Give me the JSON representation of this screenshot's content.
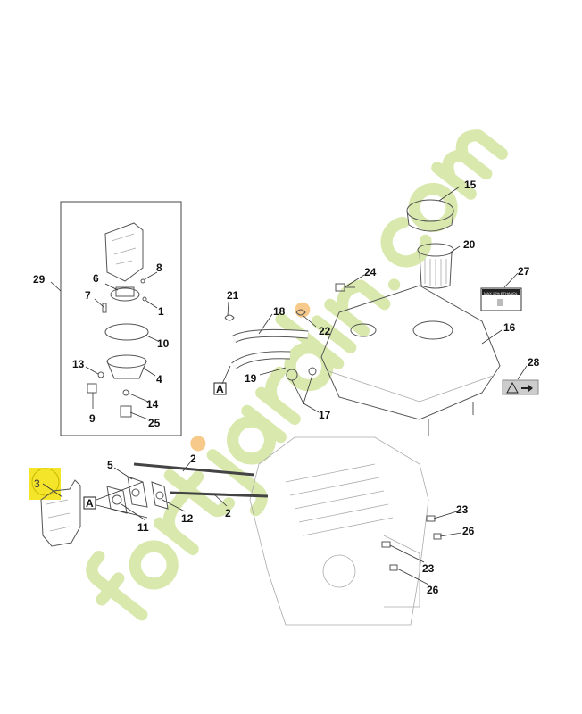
{
  "watermark": {
    "text": "fortjardin.com",
    "color": "#c9e08c",
    "dot_color": "#f5b35a"
  },
  "highlight": {
    "color": "#f5e52a",
    "label": "3"
  },
  "callouts": {
    "c15": "15",
    "c20": "20",
    "c24": "24",
    "c27": "27",
    "c16": "16",
    "c28": "28",
    "c21": "21",
    "c18": "18",
    "c22": "22",
    "c19": "19",
    "c17": "17",
    "cA1": "A",
    "c29": "29",
    "c6": "6",
    "c8": "8",
    "c7": "7",
    "c1": "1",
    "c10": "10",
    "c13": "13",
    "c4": "4",
    "c14": "14",
    "c9": "9",
    "c25": "25",
    "c5": "5",
    "c2a": "2",
    "cA2": "A",
    "c11": "11",
    "c12": "12",
    "c2b": "2",
    "c23a": "23",
    "c26a": "26",
    "c23b": "23",
    "c26b": "26"
  },
  "decals": {
    "ethanol_label": "MAX 10% ETHANOL"
  }
}
